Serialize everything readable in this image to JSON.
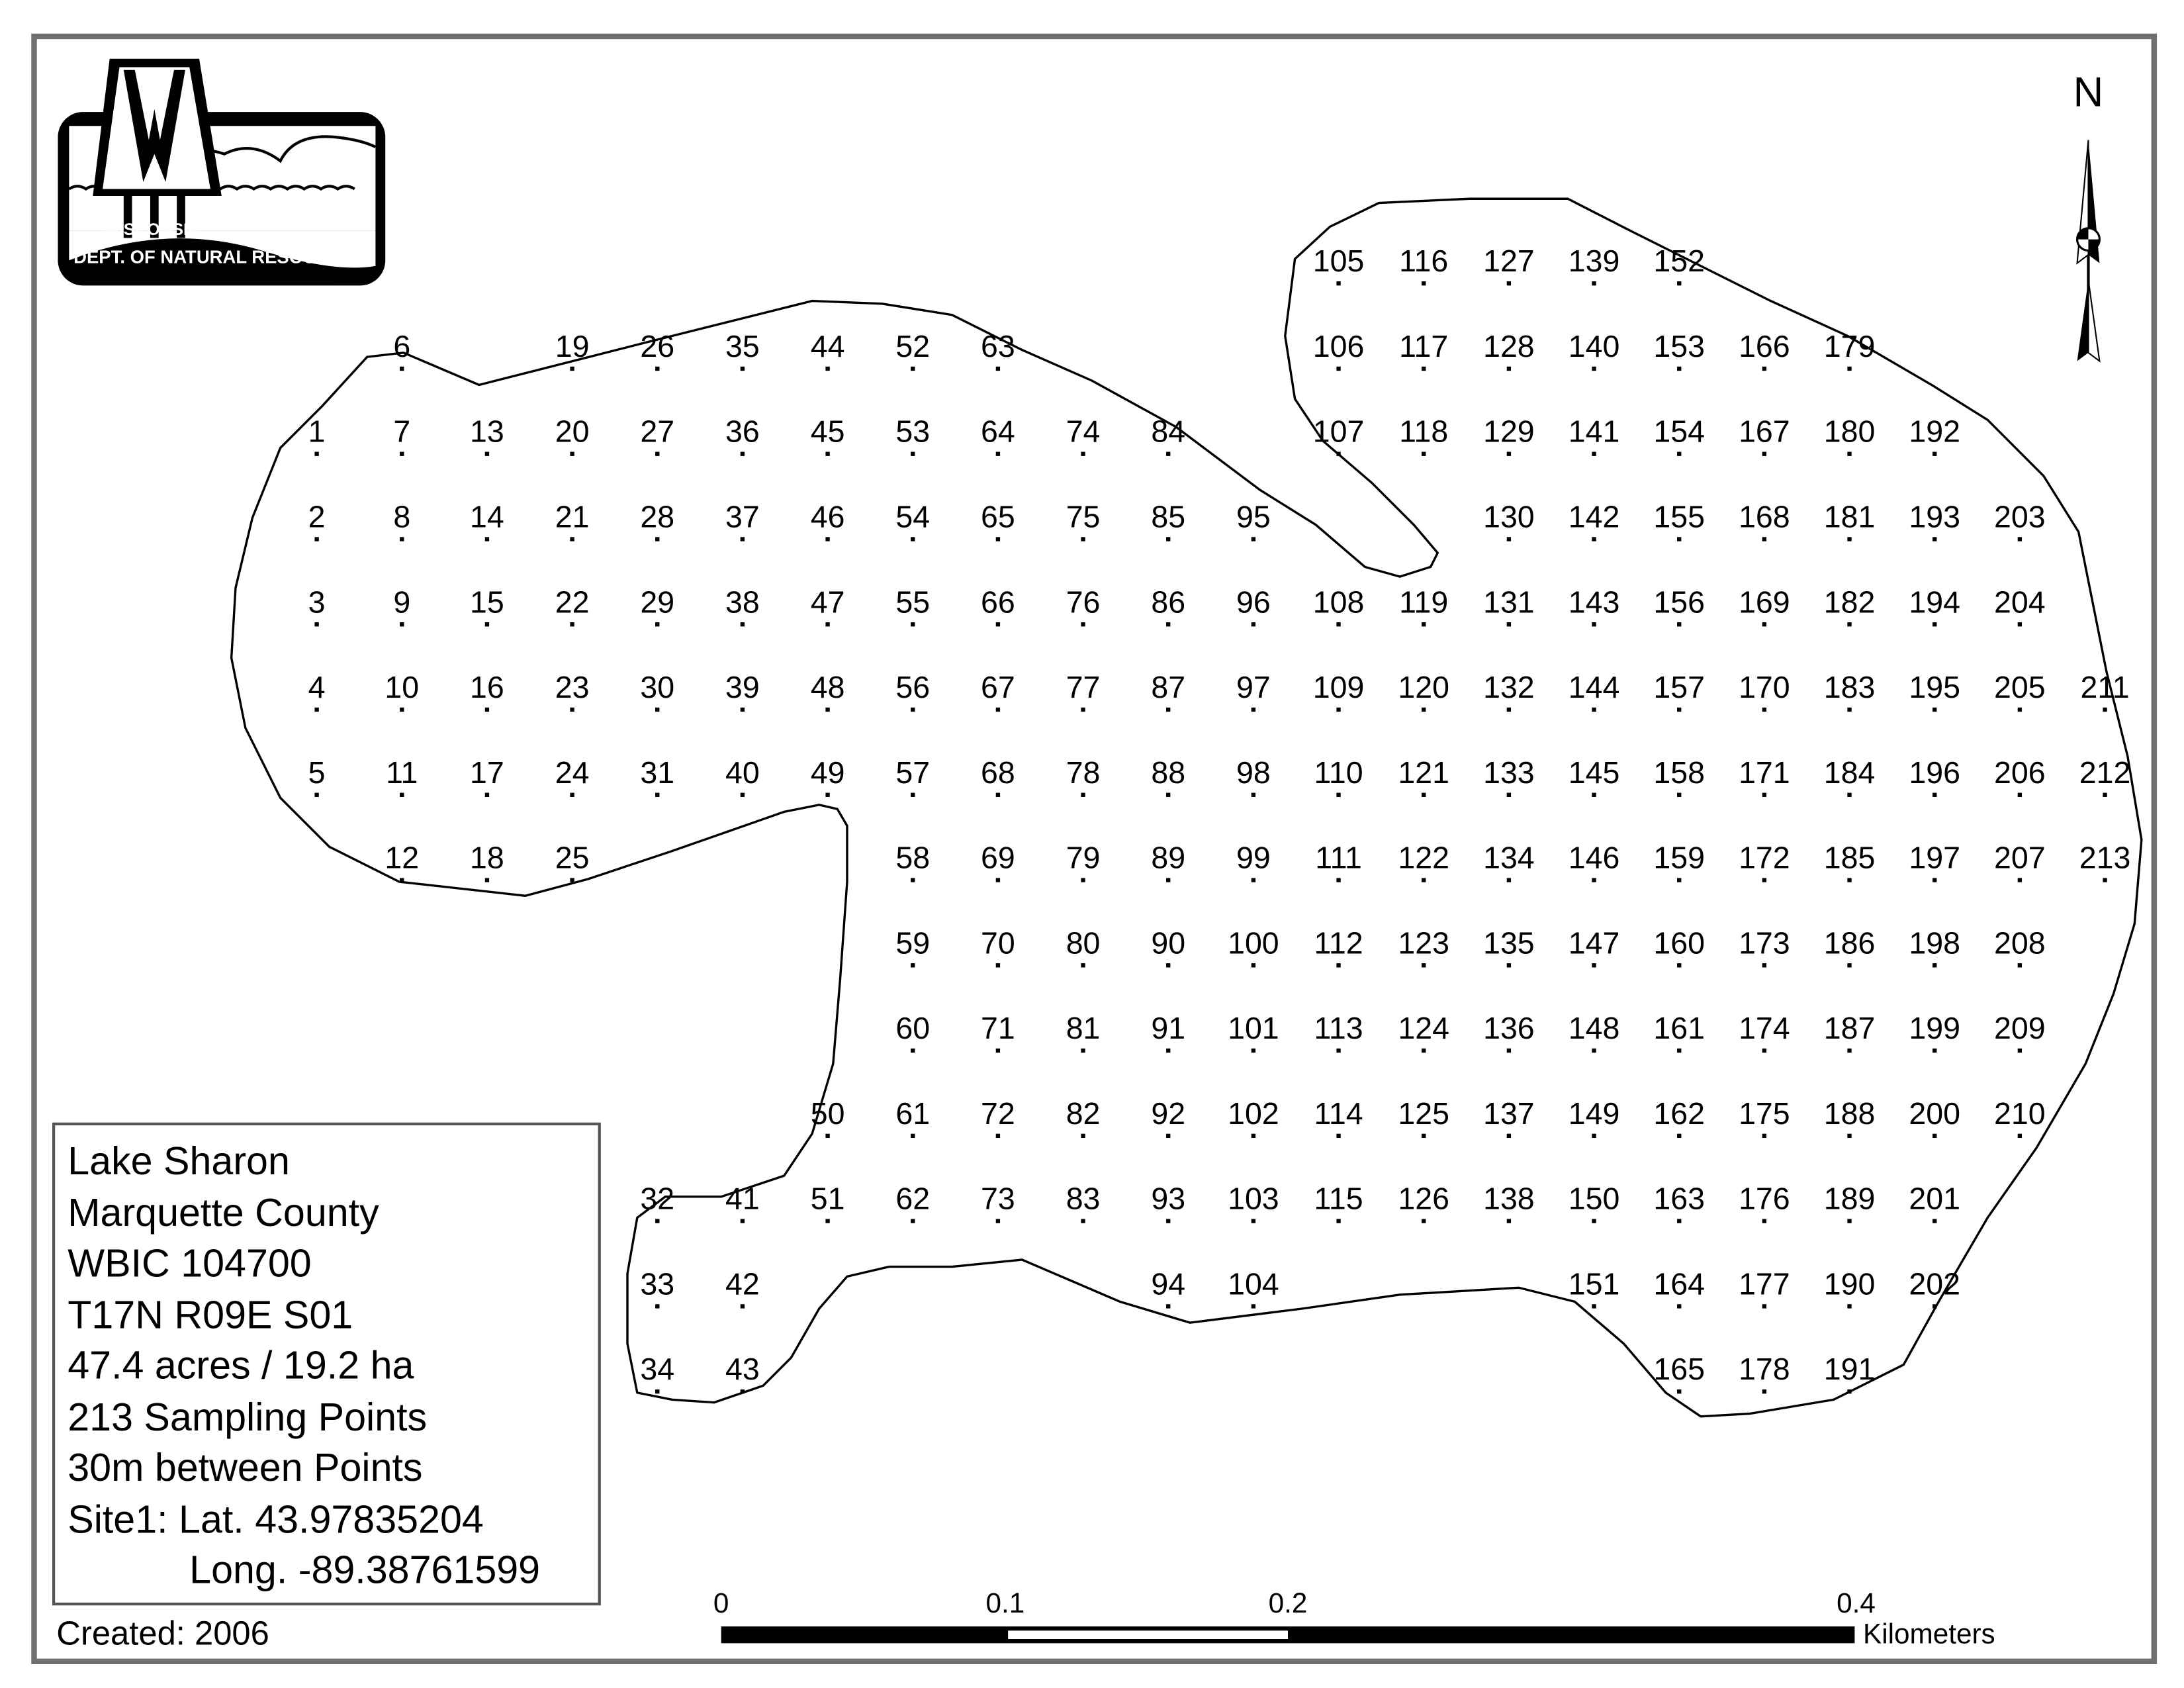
{
  "logo": {
    "line1": "WISCONSIN",
    "line2": "DEPT. OF NATURAL RESOURCES",
    "mark": "W"
  },
  "north_arrow": {
    "label": "N"
  },
  "legend": {
    "lines": [
      "Lake Sharon",
      "Marquette County",
      "WBIC 104700",
      "T17N R09E S01",
      "47.4 acres / 19.2 ha",
      "213 Sampling Points",
      "30m between Points",
      "Site1: Lat. 43.97835204"
    ],
    "long_line": "Long. -89.38761599"
  },
  "created": "Created: 2006",
  "scale_bar": {
    "ticks": [
      "0",
      "0.1",
      "0.2",
      "0.4"
    ],
    "tick_values_km": [
      0,
      0.1,
      0.2,
      0.4
    ],
    "unit": "Kilometers"
  },
  "sampling_grid": [
    [
      null,
      null,
      null,
      null,
      null,
      null,
      null,
      null,
      null,
      null,
      null,
      null,
      105,
      116,
      127,
      139,
      152,
      null,
      null,
      null,
      null,
      null
    ],
    [
      null,
      6,
      null,
      19,
      26,
      35,
      44,
      52,
      63,
      null,
      null,
      null,
      106,
      117,
      128,
      140,
      153,
      166,
      179,
      null,
      null,
      null
    ],
    [
      1,
      7,
      13,
      20,
      27,
      36,
      45,
      53,
      64,
      74,
      84,
      null,
      107,
      118,
      129,
      141,
      154,
      167,
      180,
      192,
      null,
      null
    ],
    [
      2,
      8,
      14,
      21,
      28,
      37,
      46,
      54,
      65,
      75,
      85,
      95,
      null,
      null,
      130,
      142,
      155,
      168,
      181,
      193,
      203,
      null
    ],
    [
      3,
      9,
      15,
      22,
      29,
      38,
      47,
      55,
      66,
      76,
      86,
      96,
      108,
      119,
      131,
      143,
      156,
      169,
      182,
      194,
      204,
      null
    ],
    [
      4,
      10,
      16,
      23,
      30,
      39,
      48,
      56,
      67,
      77,
      87,
      97,
      109,
      120,
      132,
      144,
      157,
      170,
      183,
      195,
      205,
      211
    ],
    [
      5,
      11,
      17,
      24,
      31,
      40,
      49,
      57,
      68,
      78,
      88,
      98,
      110,
      121,
      133,
      145,
      158,
      171,
      184,
      196,
      206,
      212
    ],
    [
      null,
      12,
      18,
      25,
      null,
      null,
      null,
      58,
      69,
      79,
      89,
      99,
      111,
      122,
      134,
      146,
      159,
      172,
      185,
      197,
      207,
      213
    ],
    [
      null,
      null,
      null,
      null,
      null,
      null,
      null,
      59,
      70,
      80,
      90,
      100,
      112,
      123,
      135,
      147,
      160,
      173,
      186,
      198,
      208,
      null
    ],
    [
      null,
      null,
      null,
      null,
      null,
      null,
      null,
      60,
      71,
      81,
      91,
      101,
      113,
      124,
      136,
      148,
      161,
      174,
      187,
      199,
      209,
      null
    ],
    [
      null,
      null,
      null,
      null,
      null,
      null,
      50,
      61,
      72,
      82,
      92,
      102,
      114,
      125,
      137,
      149,
      162,
      175,
      188,
      200,
      210,
      null
    ],
    [
      null,
      null,
      null,
      null,
      32,
      41,
      51,
      62,
      73,
      83,
      93,
      103,
      115,
      126,
      138,
      150,
      163,
      176,
      189,
      201,
      null,
      null
    ],
    [
      null,
      null,
      null,
      null,
      33,
      42,
      null,
      null,
      null,
      null,
      94,
      104,
      null,
      null,
      null,
      151,
      164,
      177,
      190,
      202,
      null,
      null
    ],
    [
      null,
      null,
      null,
      null,
      34,
      43,
      null,
      null,
      null,
      null,
      null,
      null,
      null,
      null,
      null,
      null,
      165,
      178,
      191,
      null,
      null,
      null
    ]
  ]
}
